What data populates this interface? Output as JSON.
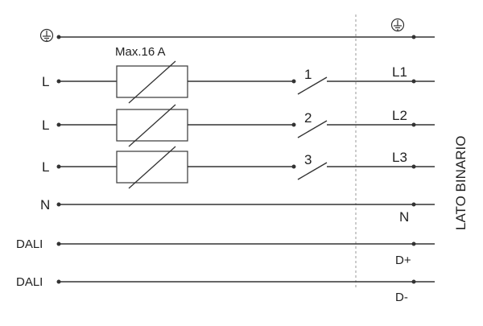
{
  "diagram": {
    "fuse_rating": "Max.16 A",
    "side_label": "LATO BINARIO",
    "rows": [
      {
        "id": "earth",
        "left": "",
        "right": ""
      },
      {
        "id": "l-row-1",
        "left": "L",
        "switch": "1",
        "right": "L1"
      },
      {
        "id": "l-row-2",
        "left": "L",
        "switch": "2",
        "right": "L2"
      },
      {
        "id": "l-row-3",
        "left": "L",
        "switch": "3",
        "right": "L3"
      },
      {
        "id": "neutral",
        "left": "N",
        "right": "N"
      },
      {
        "id": "dali-1",
        "left": "DALI",
        "right": "D+"
      },
      {
        "id": "dali-2",
        "left": "DALI",
        "right": "D-"
      }
    ]
  },
  "colors": {
    "line": "#333333",
    "separator": "#999999"
  }
}
